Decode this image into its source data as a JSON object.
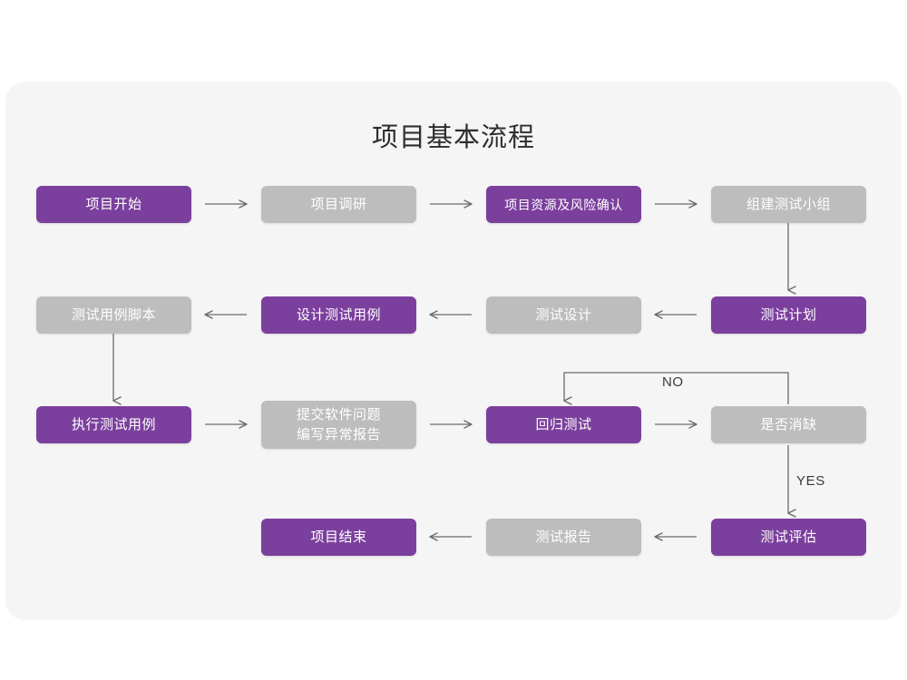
{
  "page": {
    "background": "#ffffff",
    "card_background": "#f5f5f5"
  },
  "title": "项目基本流程",
  "colors": {
    "purple": "#7b3f9d",
    "gray": "#bdbdbd",
    "line": "#6b6b6b",
    "text_dark": "#2e2e2e",
    "node_text": "#ffffff"
  },
  "nodes": [
    {
      "id": "n1",
      "label": "项目开始",
      "style": "purple",
      "row": 1,
      "col": 1
    },
    {
      "id": "n2",
      "label": "项目调研",
      "style": "gray",
      "row": 1,
      "col": 2
    },
    {
      "id": "n3",
      "label": "项目资源及风险确认",
      "style": "purple",
      "row": 1,
      "col": 3
    },
    {
      "id": "n4",
      "label": "组建测试小组",
      "style": "gray",
      "row": 1,
      "col": 4
    },
    {
      "id": "n5",
      "label": "测试用例脚本",
      "style": "gray",
      "row": 2,
      "col": 1
    },
    {
      "id": "n6",
      "label": "设计测试用例",
      "style": "purple",
      "row": 2,
      "col": 2
    },
    {
      "id": "n7",
      "label": "测试设计",
      "style": "gray",
      "row": 2,
      "col": 3
    },
    {
      "id": "n8",
      "label": "测试计划",
      "style": "purple",
      "row": 2,
      "col": 4
    },
    {
      "id": "n9",
      "label": "执行测试用例",
      "style": "purple",
      "row": 3,
      "col": 1
    },
    {
      "id": "n10",
      "label": "提交软件问题\n编写异常报告",
      "style": "gray",
      "row": 3,
      "col": 2
    },
    {
      "id": "n11",
      "label": "回归测试",
      "style": "purple",
      "row": 3,
      "col": 3
    },
    {
      "id": "n12",
      "label": "是否消缺",
      "style": "gray",
      "row": 3,
      "col": 4
    },
    {
      "id": "n13",
      "label": "项目结束",
      "style": "purple",
      "row": 4,
      "col": 2
    },
    {
      "id": "n14",
      "label": "测试报告",
      "style": "gray",
      "row": 4,
      "col": 3
    },
    {
      "id": "n15",
      "label": "测试评估",
      "style": "purple",
      "row": 4,
      "col": 4
    }
  ],
  "edge_labels": {
    "no": "NO",
    "yes": "YES"
  },
  "edges": [
    {
      "from": "n1",
      "to": "n2",
      "direction": "right"
    },
    {
      "from": "n2",
      "to": "n3",
      "direction": "right"
    },
    {
      "from": "n3",
      "to": "n4",
      "direction": "right"
    },
    {
      "from": "n4",
      "to": "n8",
      "direction": "down"
    },
    {
      "from": "n8",
      "to": "n7",
      "direction": "left"
    },
    {
      "from": "n7",
      "to": "n6",
      "direction": "left"
    },
    {
      "from": "n6",
      "to": "n5",
      "direction": "left"
    },
    {
      "from": "n5",
      "to": "n9",
      "direction": "down"
    },
    {
      "from": "n9",
      "to": "n10",
      "direction": "right"
    },
    {
      "from": "n10",
      "to": "n11",
      "direction": "right"
    },
    {
      "from": "n11",
      "to": "n12",
      "direction": "right"
    },
    {
      "from": "n12",
      "to": "n11",
      "direction": "loop-up-left",
      "label": "NO"
    },
    {
      "from": "n12",
      "to": "n15",
      "direction": "down",
      "label": "YES"
    },
    {
      "from": "n15",
      "to": "n14",
      "direction": "left"
    },
    {
      "from": "n14",
      "to": "n13",
      "direction": "left"
    }
  ]
}
